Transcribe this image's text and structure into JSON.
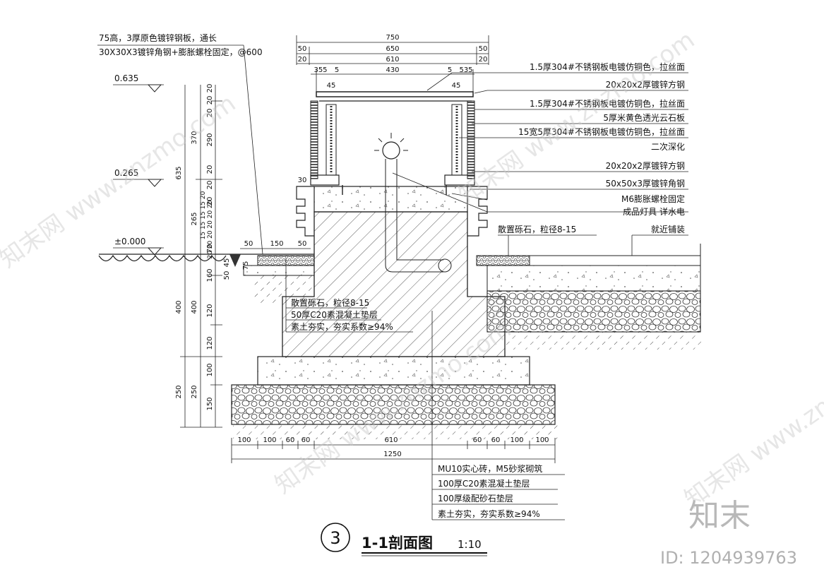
{
  "drawing": {
    "title_number": "3",
    "title": "1-1剖面图",
    "scale": "1:10"
  },
  "top_dimensions": {
    "overall": "750",
    "inner": "650",
    "inner_sides": "50",
    "inner2": "610",
    "inner2_sides": "20",
    "detail_left_a": "355",
    "detail_left_b": "5",
    "detail_mid": "430",
    "detail_right_a": "5",
    "detail_right_b": "535",
    "offset": "45"
  },
  "left_notes": {
    "line1": "75高，3厚原色镀锌钢板，通长",
    "line2": "30X30X3镀锌角钢+膨胀螺栓固定，@600"
  },
  "elevations": {
    "e1": "0.635",
    "e2": "0.265",
    "e3": "±0.000"
  },
  "vertical_dimensions": {
    "outer": [
      "635",
      "400",
      "250"
    ],
    "mid": [
      "370",
      "265",
      "400",
      "250"
    ],
    "inner": [
      "20",
      "290",
      "20",
      "15 15 15 15 20",
      "20 20 20 20 20 20",
      "70",
      "160",
      "120",
      "120",
      "100",
      "150"
    ],
    "small": [
      "20",
      "20",
      "20",
      "20"
    ]
  },
  "step_dimensions": {
    "a": "50",
    "b": "150",
    "c": "50",
    "d": "75",
    "e": "45",
    "f": "50",
    "g": "30"
  },
  "right_notes": [
    "1.5厚304#不锈钢板电镀仿铜色，拉丝面",
    "20x20x2厚镀锌方钢",
    "1.5厚304#不锈钢板电镀仿铜色，拉丝面",
    "5厚米黄色透光云石板",
    "15宽5厚304#不锈钢板电镀仿铜色，拉丝面",
    "二次深化",
    "20x20x2厚镀锌方钢",
    "50x50x3厚镀锌角钢",
    "M6膨胀螺栓固定",
    "成品灯具  详水电",
    "散置砾石，粒径8-15",
    "就近铺装"
  ],
  "left_layer_notes": [
    "散置砾石，粒径8-15",
    "50厚C20素混凝土垫层",
    "素土夯实，夯实系数≥94%"
  ],
  "bottom_dimensions": {
    "segments": [
      "100",
      "100",
      "60",
      "60",
      "610",
      "60",
      "60",
      "100",
      "100"
    ],
    "total": "1250"
  },
  "bottom_notes": [
    "MU10实心砖，M5砂浆砌筑",
    "100厚C20素混凝土垫层",
    "100厚级配砂石垫层",
    "素土夯实，夯实系数≥94%"
  ],
  "watermark": {
    "text": "知末网 www.znzmo.com",
    "logo": "知末",
    "id": "ID: 1204939763"
  }
}
